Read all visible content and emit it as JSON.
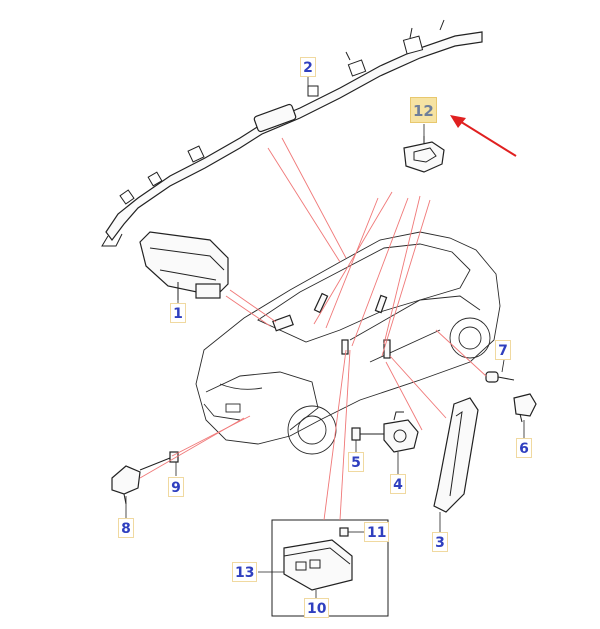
{
  "callouts": [
    {
      "id": "1",
      "label": "1"
    },
    {
      "id": "2",
      "label": "2"
    },
    {
      "id": "3",
      "label": "3"
    },
    {
      "id": "4",
      "label": "4"
    },
    {
      "id": "5",
      "label": "5"
    },
    {
      "id": "6",
      "label": "6"
    },
    {
      "id": "7",
      "label": "7"
    },
    {
      "id": "8",
      "label": "8"
    },
    {
      "id": "9",
      "label": "9"
    },
    {
      "id": "10",
      "label": "10"
    },
    {
      "id": "11",
      "label": "11"
    },
    {
      "id": "12",
      "label": "12"
    },
    {
      "id": "13",
      "label": "13"
    }
  ],
  "highlighted_part": "12",
  "colors": {
    "callout_text": "#2f3fbf",
    "callout_border": "#f0d9a0",
    "highlight_fill": "#f6e3a3",
    "leader_line": "#f07878",
    "arrow": "#e02020"
  }
}
